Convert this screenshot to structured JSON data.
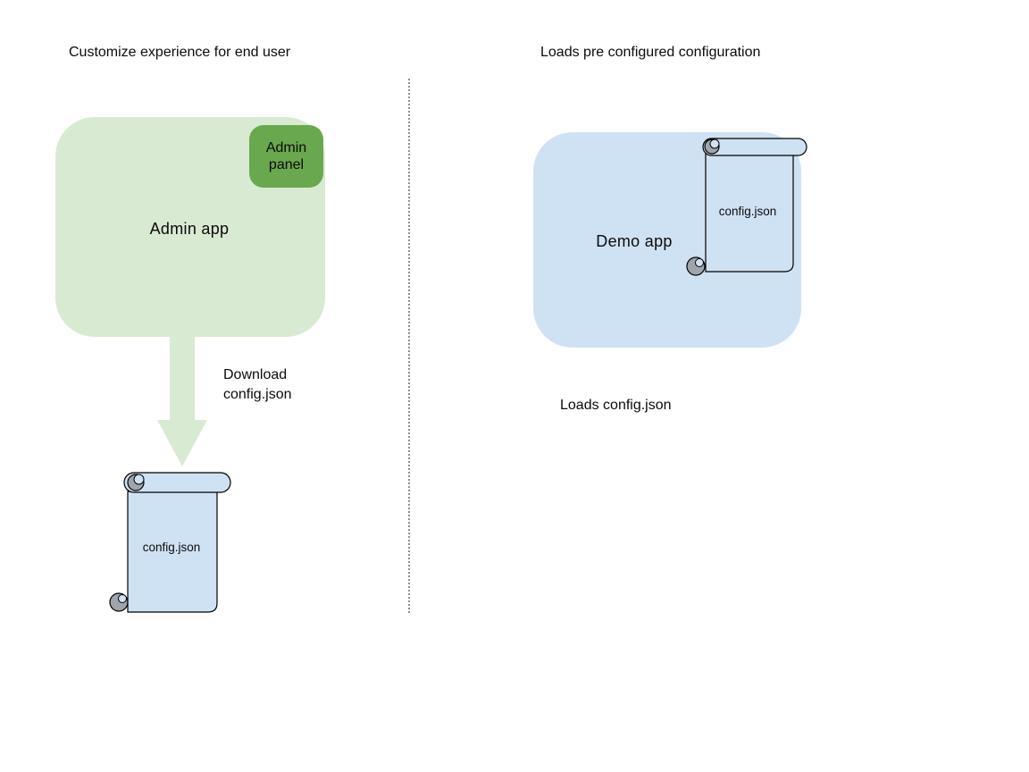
{
  "colors": {
    "light_green": "#d9ead3",
    "green": "#6aa84f",
    "light_blue": "#cfe2f3",
    "curl_gray": "#9fa5ab",
    "divider_gray": "#8f8f8f",
    "outline": "#000000",
    "text": "#0b0b0b",
    "background": "#ffffff"
  },
  "left_section": {
    "title": "Customize experience for end user",
    "admin_app_label": "Admin app",
    "admin_panel_label": "Admin panel",
    "arrow_caption": "Download\nconfig.json",
    "config_file_label": "config.json"
  },
  "right_section": {
    "title": "Loads pre configured configuration",
    "demo_app_label": "Demo app",
    "config_file_label": "config.json",
    "caption": "Loads config.json"
  },
  "divider": {
    "style": "dotted",
    "orientation": "vertical"
  }
}
